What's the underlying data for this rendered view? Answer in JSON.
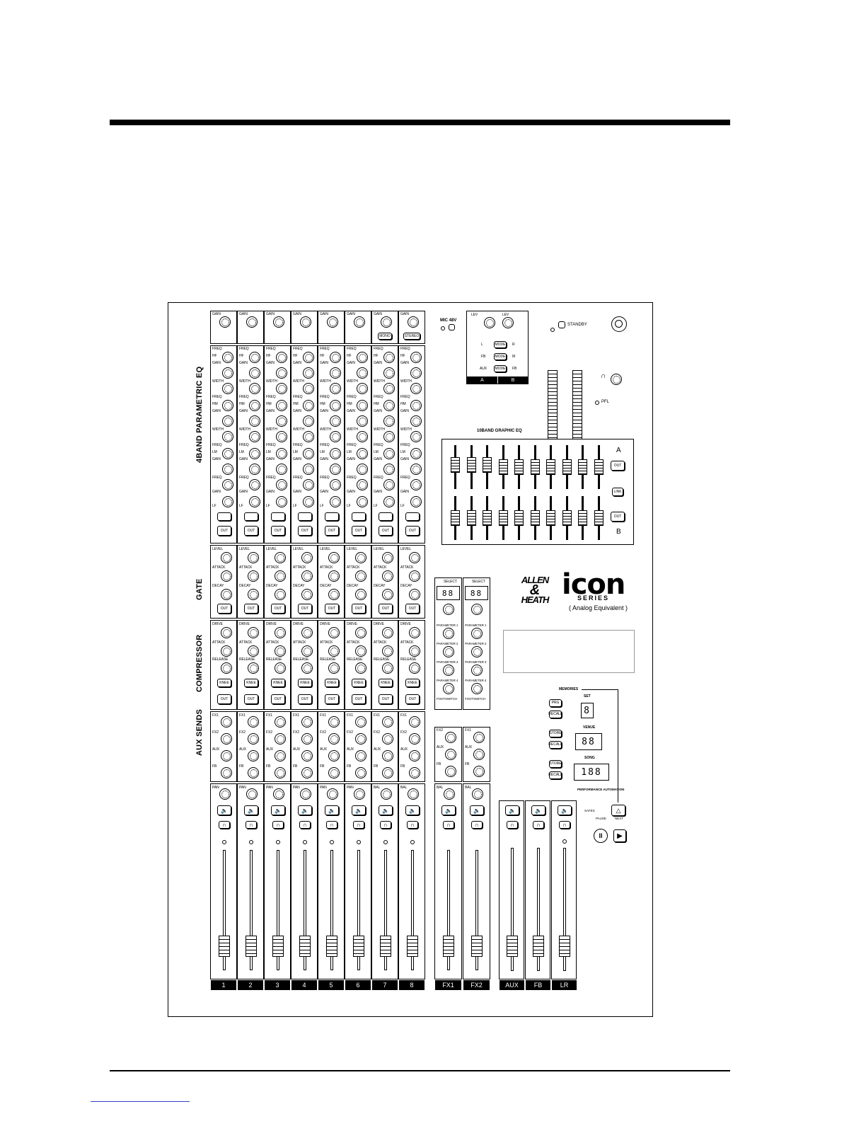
{
  "sections": {
    "eq": "4BAND PARAMETRIC EQ",
    "gate": "GATE",
    "comp": "COMPRESSOR",
    "aux": "AUX SENDS"
  },
  "labels": {
    "gain": "GAIN",
    "freq": "FREQ",
    "hf": "HF",
    "hm": "HM",
    "lm": "LM",
    "lf": "LF",
    "width": "WIDTH",
    "level": "LEVEL",
    "attack": "ATTACK",
    "decay": "DECAY",
    "drive": "DRIVE",
    "release": "RELEASE",
    "knee": "KNEE",
    "out": "OUT",
    "fx1": "FX1",
    "fx2": "FX2",
    "aux": "AUX",
    "fb": "FB",
    "pan": "PAN",
    "bal": "BAL",
    "mono": "MONO",
    "stereo": "STEREO"
  },
  "channels": [
    "1",
    "2",
    "3",
    "4",
    "5",
    "6",
    "7",
    "8"
  ],
  "fx_channels": [
    "FX1",
    "FX2"
  ],
  "master_channels": [
    "AUX",
    "FB",
    "LR"
  ],
  "fx": {
    "select": "SELECT",
    "display": "88",
    "params": [
      "PARAMETER 1",
      "PARAMETER 2",
      "PARAMETER 3",
      "PARAMETER 4"
    ],
    "footswitch": "FOOTSWITCH"
  },
  "master": {
    "mic48v": "MIC 48V",
    "lev": "LEV",
    "standby": "STANDBY",
    "pfl": "PFL",
    "mode": "MODE",
    "row_l": "L",
    "row_r": "R",
    "row_fb": "FB",
    "row_m": "M",
    "row_aux": "AUX",
    "row_fb2": "FB",
    "side_a": "A",
    "side_b": "B"
  },
  "geq": {
    "title": "10BAND GRAPHIC EQ",
    "a": "A",
    "b": "B",
    "out": "OUT",
    "link": "LINK",
    "fader_levels_a": [
      0.55,
      0.55,
      0.55,
      0.5,
      0.5,
      0.5,
      0.5,
      0.5,
      0.5,
      0.5
    ],
    "fader_levels_b": [
      0.5,
      0.5,
      0.5,
      0.5,
      0.5,
      0.5,
      0.5,
      0.5,
      0.5,
      0.5
    ]
  },
  "brand": {
    "allen1": "ALLEN",
    "allen2": "&",
    "allen3": "HEATH",
    "icon": "icon",
    "series": "SERIES",
    "equiv": "( Analog Equivalent )"
  },
  "memories": {
    "title": "MEMORIES",
    "set": "SET",
    "set_display": "8",
    "venue": "VENUE",
    "venue_display": "88",
    "song": "SONG",
    "song_display": "188",
    "prg": "PRG",
    "recall": "RECALL",
    "store": "STORE",
    "perf": "PERFORMANCE AUTOMATION",
    "safes": "SAFES",
    "pause": "PAUSE",
    "next": "NEXT"
  }
}
